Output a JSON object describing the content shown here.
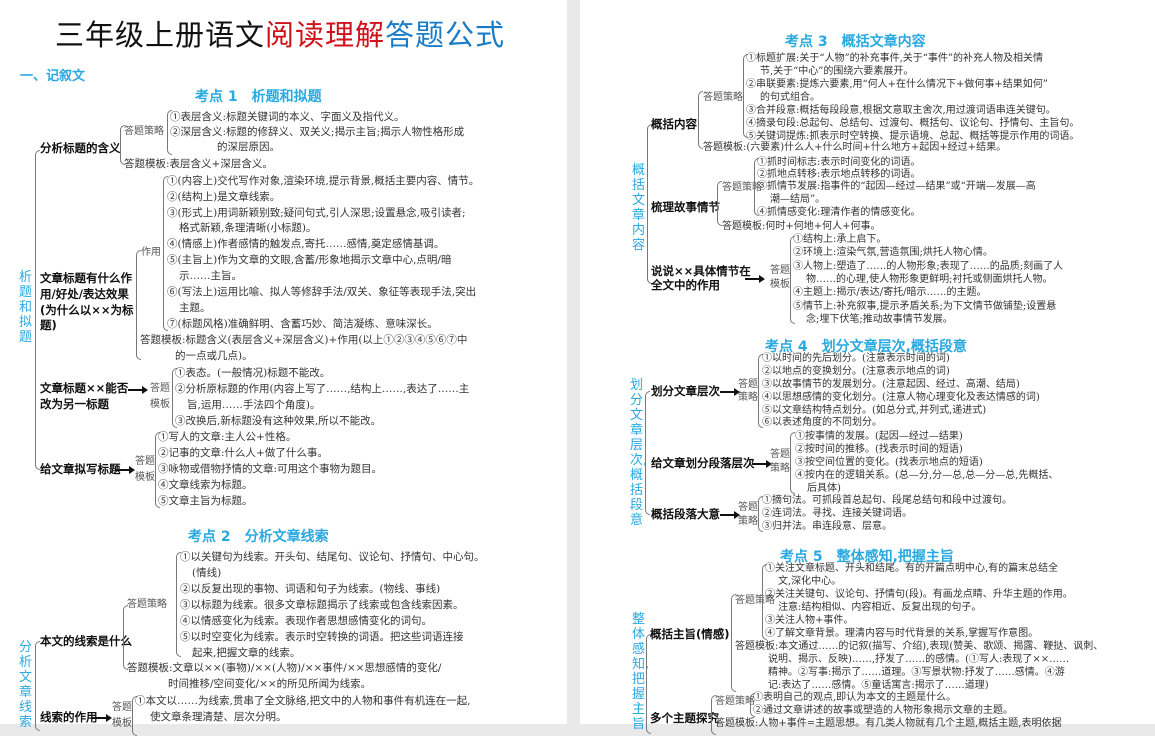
{
  "colors": {
    "accent": "#29a9e0",
    "title_red": "#d0121b",
    "title_blue": "#1a7cc7"
  },
  "title": {
    "black": "三年级上册语文",
    "red": "阅读理解",
    "blue": "答题公式"
  },
  "section": "一、记叙文",
  "k1": {
    "heading": "考点 1　析题和拟题",
    "side": "析题和拟题",
    "q1": {
      "label": "分析标题的含义",
      "strategy_label": "答题策略",
      "items": [
        "①表层含义:标题关键词的本义、字面义及指代义。",
        "②深层含义:标题的修辞义、双关义;揭示主旨;揭示人物性格形成",
        "的深层原因。"
      ],
      "template": "答题模板:表层含义+深层含义。"
    },
    "q2": {
      "label": [
        "文章标题有什么作",
        "用/好处/表达效果",
        "(为什么以××为标",
        "题)"
      ],
      "effect_label": "作用",
      "items": [
        "①(内容上)交代写作对象,渲染环境,提示背景,概括主要内容、情节。",
        "②(结构上)是文章线索。",
        "③(形式上)用词新颖别致;疑问句式,引人深思;设置悬念,吸引读者;",
        "格式新颖,条理清晰(小标题)。",
        "④(情感上)作者感情的触发点,寄托……感情,奠定感情基调。",
        "⑤(主旨上)作为文章的文眼,含蓄/形象地揭示文章中心,点明/暗",
        "示……主旨。",
        "⑥(写法上)运用比喻、拟人等修辞手法/双关、象征等表现手法,突出",
        "主题。",
        "⑦(标题风格)准确鲜明、含蓄巧妙、简洁凝练、意味深长。"
      ],
      "template": [
        "答题模板:标题含义(表层含义+深层含义)+作用(以上①②③④⑤⑥⑦中",
        "的一点或几点)。"
      ]
    },
    "q3": {
      "label": [
        "文章标题××能否",
        "改为另一标题"
      ],
      "tpl_label": [
        "答题",
        "模板"
      ],
      "items": [
        "①表态。(一般情况)标题不能改。",
        "②分析原标题的作用(内容上写了……,结构上……,表达了……主",
        "旨,运用……手法四个角度)。",
        "③改换后,新标题没有这种效果,所以不能改。"
      ]
    },
    "q4": {
      "label": "给文章拟写标题",
      "tpl_label": [
        "答题",
        "模板"
      ],
      "items": [
        "①写人的文章:主人公+性格。",
        "②记事的文章:什么人+做了什么事。",
        "③咏物或借物抒情的文章:可用这个事物为题目。",
        "④文章线索为标题。",
        "⑤文章主旨为标题。"
      ]
    }
  },
  "k2": {
    "heading": "考点 2　分析文章线索",
    "side": "分析文章线索",
    "q1": {
      "label": "本文的线索是什么",
      "strategy_label": "答题策略",
      "items": [
        "①以关键句为线索。开头句、结尾句、议论句、抒情句、中心句。",
        "(情线)",
        "②以反复出现的事物、词语和句子为线索。(物线、事线)",
        "③以标题为线索。很多文章标题揭示了线索或包含线索因素。",
        "④以情感变化为线索。表现作者思想感情变化的词句。",
        "⑤以时空变化为线索。表示时空转换的词语。把这些词语连接",
        "起来,把握文章的线索。"
      ],
      "template": [
        "答题模板:文章以××(事物)/××(人物)/××事件/××思想感情的变化/",
        "时间推移/空间变化/××的所见所闻为线索。"
      ]
    },
    "q2": {
      "label": "线索的作用",
      "tpl_label": [
        "答题",
        "模板"
      ],
      "items": [
        "①本文以……为线索,贯串了全文脉络,把文中的人物和事件有机连在一起,",
        "使文章条理清楚、层次分明。"
      ]
    }
  },
  "k3": {
    "heading": "考点 3　概括文章内容",
    "side": "概括文章内容",
    "q1": {
      "label": "概括内容",
      "strategy_label": "答题策略",
      "items": [
        "①标题扩展:关于“人物”的补充事件,关于“事件”的补充人物及相关情",
        "节,关于“中心”的围绕六要素展开。",
        "②串联要素:提炼六要素,用“何人+在什么情况下+做何事+结果如何”",
        "的句式组合。",
        "③合并段意:概括每段段意,根据文意取主舍次,用过渡词语串连关键句。",
        "④摘录句段:总起句、总结句、过渡句、概括句、议论句、抒情句、主旨句。",
        "⑤关键词提炼:抓表示时空转换、提示语境、总起、概括等提示作用的词语。"
      ],
      "template": "答题模板:(六要素)什么人+什么时间+什么地方+起因+经过+结果。"
    },
    "q2": {
      "label": "梳理故事情节",
      "strategy_label": "答题策略",
      "items": [
        "①抓时间标志:表示时间变化的词语。",
        "②抓地点转移:表示地点转移的词语。",
        "③抓情节发展:指事件的“起因—经过—结果”或“开端—发展—高",
        "潮—结局”。",
        "④抓情感变化:理清作者的情感变化。"
      ],
      "template": "答题模板:何时+何地+何人+何事。"
    },
    "q3": {
      "label": [
        "说说××具体情节在",
        "全文中的作用"
      ],
      "tpl_label": [
        "答题",
        "模板"
      ],
      "items": [
        "①结构上:承上启下。",
        "②环境上:渲染气氛,营造氛围;烘托人物心情。",
        "③人物上:塑造了……的人物形象;表现了……的品质;刻画了人",
        "物……的心理,使人物形象更鲜明;衬托或侧面烘托人物。",
        "④主题上:揭示/表达/寄托/暗示……的主题。",
        "⑤情节上:补充叙事,提示矛盾关系;为下文情节做铺垫;设置悬",
        "念;埋下伏笔;推动故事情节发展。"
      ]
    }
  },
  "k4": {
    "heading": "考点 4　划分文章层次,概括段意",
    "side": "划分文章层次,概括段意",
    "q1": {
      "label": "划分文章层次",
      "tpl_label": [
        "答题",
        "策略"
      ],
      "items": [
        "①以时间的先后划分。(注意表示时间的词)",
        "②以地点的变换划分。(注意表示地点的词)",
        "③以故事情节的发展划分。(注意起因、经过、高潮、结局)",
        "④以思想感情的变化划分。(注意人物心理变化及表达情感的词)",
        "⑤以文章结构特点划分。(如总分式,并列式,递进式)",
        "⑥以表述角度的不同划分。"
      ]
    },
    "q2": {
      "label": "给文章划分段落层次",
      "tpl_label": [
        "答题",
        "策略"
      ],
      "items": [
        "①按事情的发展。(起因—经过—结果)",
        "②按时间的推移。(找表示时间的短语)",
        "③按空间位置的变化。(找表示地点的短语)",
        "④按内在的逻辑关系。(总—分,分—总,总—分—总,先概括、",
        "后具体)"
      ]
    },
    "q3": {
      "label": "概括段落大意",
      "tpl_label": [
        "答题",
        "策略"
      ],
      "items": [
        "①摘句法。可抓段首总起句、段尾总结句和段中过渡句。",
        "②连词法。寻找、连接关键词语。",
        "③归并法。串连段意、层意。"
      ]
    }
  },
  "k5": {
    "heading": "考点 5　整体感知,把握主旨",
    "side": "整体感知,把握主旨",
    "q1": {
      "label": "概括主旨(情感)",
      "strategy_label": "答题策略",
      "items": [
        "①关注文章标题、开头和结尾。有的开篇点明中心,有的篇末总结全",
        "文,深化中心。",
        "②关注关键句、议论句、抒情句(段)。有画龙点睛、升华主题的作用。",
        "注意:结构相似、内容相近、反复出现的句子。",
        "③关注人物+事件。",
        "④了解文章背景。理清内容与时代背景的关系,掌握写作意图。"
      ],
      "template": [
        "答题模板:本文通过……的记叙(描写、介绍),表现(赞美、歌颂、揭露、鞭挞、讽刺、",
        "说明、揭示、反映)……,抒发了……的感情。(①写人:表现了××……",
        "精神。②写事:揭示了……道理。③写景状物:抒发了……感情。④游",
        "记:表达了……感情。⑤童话寓言:揭示了……道理)"
      ]
    },
    "q2": {
      "label": "多个主题探究",
      "strategy_label": "答题策略",
      "items": [
        "①表明自己的观点,即认为本文的主题是什么。",
        "②通过文章讲述的故事或塑造的人物形象揭示文章的主题。"
      ],
      "template": "答题模板:人物+事件=主题思想。有几类人物就有几个主题,概括主题,表明依据"
    }
  }
}
